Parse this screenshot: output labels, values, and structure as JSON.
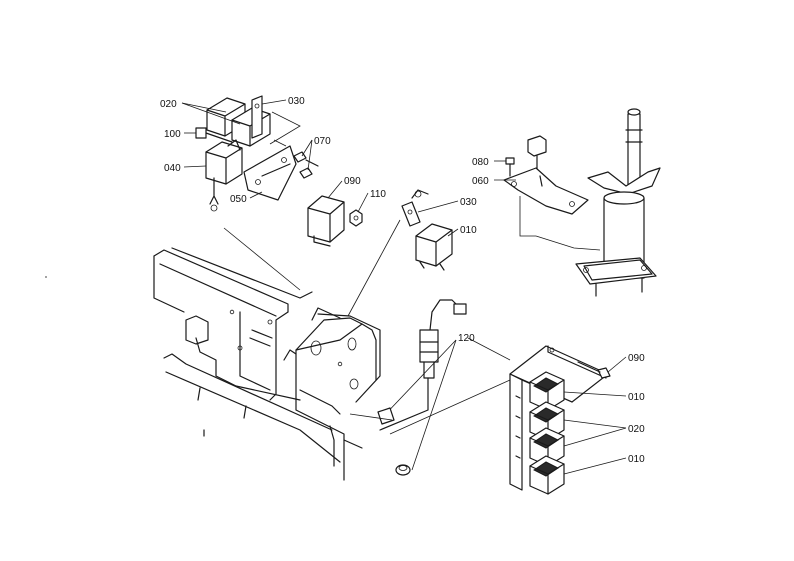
{
  "labels": {
    "relay_020": "020",
    "bracket_030_top": "030",
    "bolt_100": "100",
    "screw_070": "070",
    "relay_040": "040",
    "relay_090": "090",
    "plate_050": "050",
    "nut_110": "110",
    "screw_080": "080",
    "bracket_060": "060",
    "bracket_030_mid": "030",
    "relay_010_mid": "010",
    "sensor_120": "120",
    "screw_090_box": "090",
    "box_010_a": "010",
    "box_020": "020",
    "box_010_b": "010"
  }
}
